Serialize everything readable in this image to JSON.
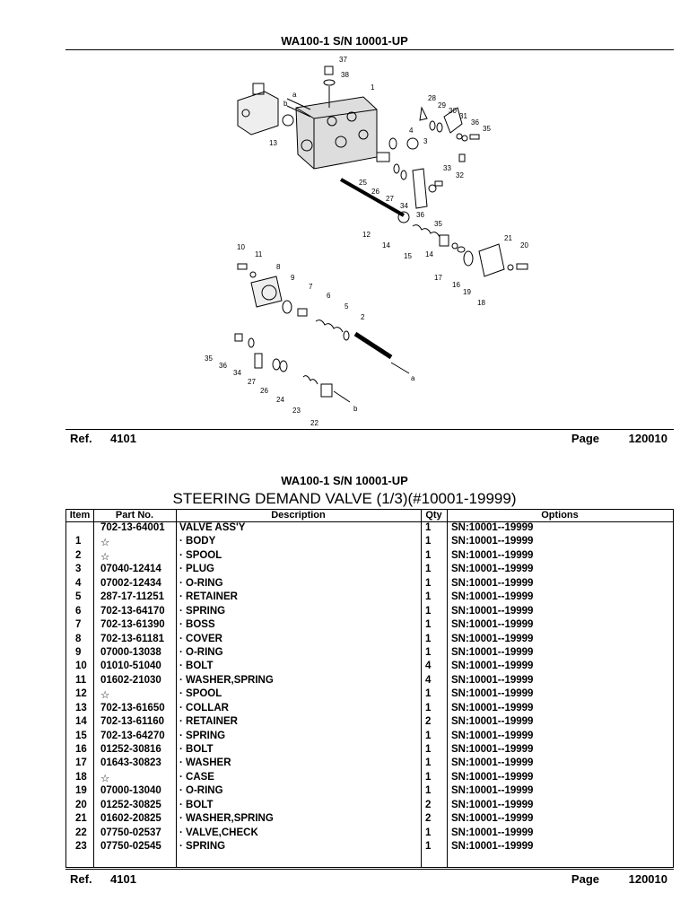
{
  "top": {
    "model_title": "WA100-1 S/N 10001-UP",
    "ref_label": "Ref.",
    "ref_value": "4101",
    "page_label": "Page",
    "page_value": "120010"
  },
  "diagram": {
    "callouts": [
      "37",
      "38",
      "1",
      "a",
      "b",
      "13",
      "28",
      "29",
      "30",
      "31",
      "36",
      "35",
      "4",
      "3",
      "33",
      "32",
      "25",
      "26",
      "27",
      "34",
      "36",
      "35",
      "12",
      "14",
      "15",
      "14",
      "17",
      "16",
      "19",
      "18",
      "21",
      "20",
      "10",
      "11",
      "8",
      "9",
      "7",
      "6",
      "5",
      "2",
      "35",
      "36",
      "34",
      "27",
      "26",
      "24",
      "23",
      "22",
      "b",
      "a"
    ]
  },
  "bottom": {
    "model_title": "WA100-1 S/N 10001-UP",
    "section_title": "STEERING DEMAND VALVE (1/3)(#10001-19999)",
    "ref_label": "Ref.",
    "ref_value": "4101",
    "page_label": "Page",
    "page_value": "120010"
  },
  "table": {
    "headers": {
      "item": "Item",
      "part": "Part No.",
      "desc": "Description",
      "qty": "Qty",
      "opt": "Options"
    },
    "rows": [
      {
        "item": "",
        "part": "702-13-64001",
        "desc": "VALVE ASS'Y",
        "qty": "1",
        "opt": "SN:10001--19999"
      },
      {
        "item": "1",
        "part": "☆",
        "desc": "· BODY",
        "qty": "1",
        "opt": "SN:10001--19999"
      },
      {
        "item": "2",
        "part": "☆",
        "desc": "· SPOOL",
        "qty": "1",
        "opt": "SN:10001--19999"
      },
      {
        "item": "3",
        "part": "07040-12414",
        "desc": "· PLUG",
        "qty": "1",
        "opt": "SN:10001--19999"
      },
      {
        "item": "4",
        "part": "07002-12434",
        "desc": "· O-RING",
        "qty": "1",
        "opt": "SN:10001--19999"
      },
      {
        "item": "5",
        "part": "287-17-11251",
        "desc": "· RETAINER",
        "qty": "1",
        "opt": "SN:10001--19999"
      },
      {
        "item": "6",
        "part": "702-13-64170",
        "desc": "· SPRING",
        "qty": "1",
        "opt": "SN:10001--19999"
      },
      {
        "item": "7",
        "part": "702-13-61390",
        "desc": "· BOSS",
        "qty": "1",
        "opt": "SN:10001--19999"
      },
      {
        "item": "8",
        "part": "702-13-61181",
        "desc": "· COVER",
        "qty": "1",
        "opt": "SN:10001--19999"
      },
      {
        "item": "9",
        "part": "07000-13038",
        "desc": "· O-RING",
        "qty": "1",
        "opt": "SN:10001--19999"
      },
      {
        "item": "10",
        "part": "01010-51040",
        "desc": "· BOLT",
        "qty": "4",
        "opt": "SN:10001--19999"
      },
      {
        "item": "11",
        "part": "01602-21030",
        "desc": "· WASHER,SPRING",
        "qty": "4",
        "opt": "SN:10001--19999"
      },
      {
        "item": "12",
        "part": "☆",
        "desc": "· SPOOL",
        "qty": "1",
        "opt": "SN:10001--19999"
      },
      {
        "item": "13",
        "part": "702-13-61650",
        "desc": "· COLLAR",
        "qty": "1",
        "opt": "SN:10001--19999"
      },
      {
        "item": "14",
        "part": "702-13-61160",
        "desc": "· RETAINER",
        "qty": "2",
        "opt": "SN:10001--19999"
      },
      {
        "item": "15",
        "part": "702-13-64270",
        "desc": "· SPRING",
        "qty": "1",
        "opt": "SN:10001--19999"
      },
      {
        "item": "16",
        "part": "01252-30816",
        "desc": "· BOLT",
        "qty": "1",
        "opt": "SN:10001--19999"
      },
      {
        "item": "17",
        "part": "01643-30823",
        "desc": "· WASHER",
        "qty": "1",
        "opt": "SN:10001--19999"
      },
      {
        "item": "18",
        "part": "☆",
        "desc": "· CASE",
        "qty": "1",
        "opt": "SN:10001--19999"
      },
      {
        "item": "19",
        "part": "07000-13040",
        "desc": "· O-RING",
        "qty": "1",
        "opt": "SN:10001--19999"
      },
      {
        "item": "20",
        "part": "01252-30825",
        "desc": "· BOLT",
        "qty": "2",
        "opt": "SN:10001--19999"
      },
      {
        "item": "21",
        "part": "01602-20825",
        "desc": "· WASHER,SPRING",
        "qty": "2",
        "opt": "SN:10001--19999"
      },
      {
        "item": "22",
        "part": "07750-02537",
        "desc": "· VALVE,CHECK",
        "qty": "1",
        "opt": "SN:10001--19999"
      },
      {
        "item": "23",
        "part": "07750-02545",
        "desc": "· SPRING",
        "qty": "1",
        "opt": "SN:10001--19999"
      }
    ]
  }
}
